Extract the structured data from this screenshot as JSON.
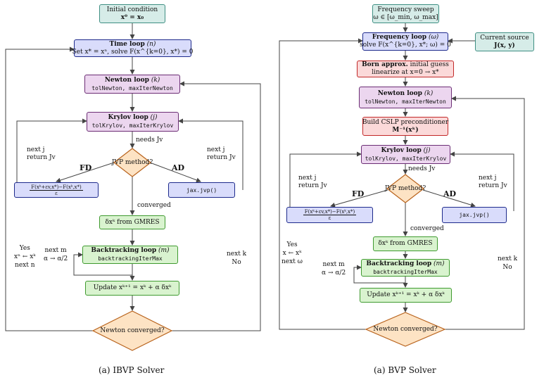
{
  "left": {
    "caption": "(a) IBVP Solver",
    "initial": {
      "line1": "Initial condition",
      "line2": "x⁰ = x₀"
    },
    "time_loop": {
      "title": "Time loop",
      "var": "(n)",
      "line2": "Set x* = xⁿ, solve F(x^{k=0}, x*) = 0"
    },
    "newton_loop": {
      "title": "Newton loop",
      "var": "(k)",
      "line2": "tolNewton, maxIterNewton"
    },
    "krylov_loop": {
      "title": "Krylov loop",
      "var": "(j)",
      "line2": "tolKrylov, maxIterKrylov"
    },
    "needs_jv": "needs Jv",
    "jvp": "JVP method?",
    "fd": "FD",
    "ad": "AD",
    "fd_num": "F(xᵏ+εv,x*)−F(xᵏ,x*)",
    "fd_den": "ε",
    "ad_box": "jax.jvp()",
    "next_j": "next j",
    "return_jv": "return Jv",
    "converged": "converged",
    "gmres": "δxᵏ from GMRES",
    "backtracking": {
      "title": "Backtracking loop",
      "var": "(m)",
      "line2": "backtrackingIterMax"
    },
    "next_m": "next m",
    "alpha": "α → α/2",
    "update": "Update xᵏ⁺¹ = xᵏ + α δxᵏ",
    "newton_converged": "Newton converged?",
    "yes": "Yes",
    "yes_assign": "xⁿ ← xᵏ",
    "next_n": "next n",
    "next_k": "next k",
    "no": "No"
  },
  "right": {
    "caption": "(a) BVP Solver",
    "freq_sweep": {
      "line1": "Frequency sweep",
      "line2": "ω ∈ [ω_min, ω_max]"
    },
    "freq_loop": {
      "title": "Frequency loop",
      "var": "(ω)",
      "line2": "solve F(x^{k=0}, x*; ω) = 0"
    },
    "current_source": {
      "line1": "Current source",
      "line2": "J(x, y)"
    },
    "born": {
      "title": "Born approx.",
      "rest": "initial guess",
      "line2": "linearize at x=0 → x*"
    },
    "newton_loop": {
      "title": "Newton loop",
      "var": "(k)",
      "line2": "tolNewton, maxIterNewton"
    },
    "cslp": {
      "line1": "Build CSLP preconditioner",
      "line2": "M⁻¹(xᵏ)"
    },
    "krylov_loop": {
      "title": "Krylov loop",
      "var": "(j)",
      "line2": "tolKrylov, maxIterKrylov"
    },
    "needs_jv": "needs Jv",
    "jvp": "JVP method?",
    "fd": "FD",
    "ad": "AD",
    "fd_num": "F(xᵏ+εv,x*)−F(xᵏ,x*)",
    "fd_den": "ε",
    "ad_box": "jax.jvp()",
    "next_j": "next j",
    "return_jv": "return Jv",
    "converged": "converged",
    "gmres": "δxᵏ from GMRES",
    "backtracking": {
      "title": "Backtracking loop",
      "var": "(m)",
      "line2": "backtrackingIterMax"
    },
    "next_m": "next m",
    "alpha": "α → α/2",
    "update": "Update xᵏ⁺¹ = xᵏ + α δxᵏ",
    "newton_converged": "Newton converged?",
    "yes": "Yes",
    "yes_assign": "x ← xᵏ",
    "next_omega": "next ω",
    "next_k": "next k",
    "no": "No"
  },
  "colors": {
    "teal": "#d6ece8",
    "blue": "#d9dcfb",
    "purple": "#ecd6ef",
    "green": "#d9f3cf",
    "red": "#fbd9d9",
    "diamond": "#fde3c4"
  }
}
